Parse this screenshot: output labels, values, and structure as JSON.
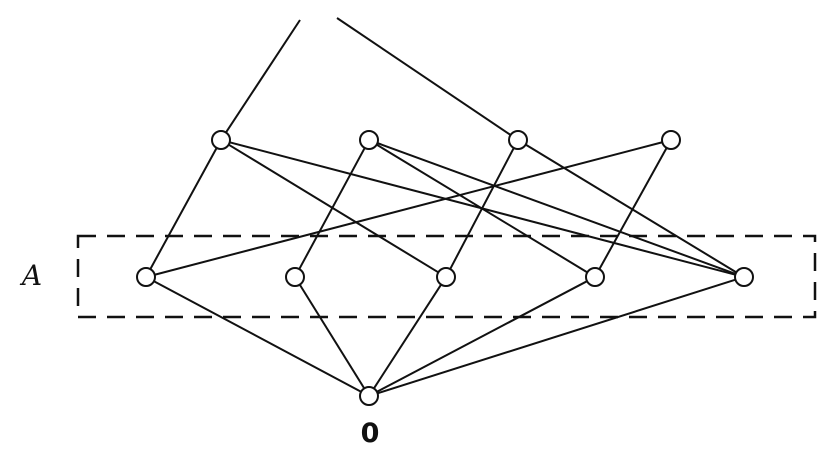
{
  "diagram": {
    "set_label": "A",
    "bottom_label": "0",
    "nodes": [
      {
        "id": "m1",
        "level": "middle"
      },
      {
        "id": "m2",
        "level": "middle"
      },
      {
        "id": "m3",
        "level": "middle"
      },
      {
        "id": "m4",
        "level": "middle"
      },
      {
        "id": "a1",
        "level": "atom"
      },
      {
        "id": "a2",
        "level": "atom"
      },
      {
        "id": "a3",
        "level": "atom"
      },
      {
        "id": "a4",
        "level": "atom"
      },
      {
        "id": "a5",
        "level": "atom"
      },
      {
        "id": "bottom",
        "level": "bottom"
      }
    ],
    "edges": [
      [
        "a1",
        "m1"
      ],
      [
        "a1",
        "m4"
      ],
      [
        "a2",
        "m2"
      ],
      [
        "a3",
        "m1"
      ],
      [
        "a3",
        "m3"
      ],
      [
        "a4",
        "m2"
      ],
      [
        "a4",
        "m4"
      ],
      [
        "a5",
        "m1"
      ],
      [
        "a5",
        "m2"
      ],
      [
        "a5",
        "m3"
      ],
      [
        "bottom",
        "a1"
      ],
      [
        "bottom",
        "a2"
      ],
      [
        "bottom",
        "a3"
      ],
      [
        "bottom",
        "a4"
      ],
      [
        "bottom",
        "a5"
      ],
      [
        "m1",
        "top-left"
      ],
      [
        "m3",
        "top-right"
      ]
    ]
  }
}
